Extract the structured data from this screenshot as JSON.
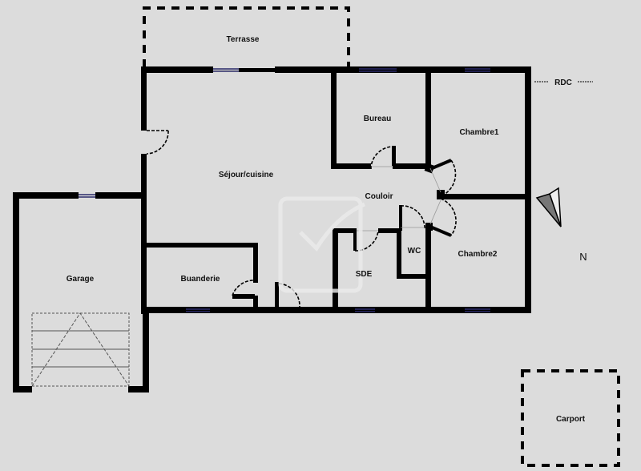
{
  "plan": {
    "level_label": "RDC",
    "north_label": "N",
    "rooms": [
      {
        "id": "terrasse",
        "label": "Terrasse"
      },
      {
        "id": "sejour",
        "label": "Séjour/cuisine"
      },
      {
        "id": "bureau",
        "label": "Bureau"
      },
      {
        "id": "chambre1",
        "label": "Chambre1"
      },
      {
        "id": "couloir",
        "label": "Couloir"
      },
      {
        "id": "chambre2",
        "label": "Chambre2"
      },
      {
        "id": "wc",
        "label": "WC"
      },
      {
        "id": "sde",
        "label": "SDE"
      },
      {
        "id": "buanderie",
        "label": "Buanderie"
      },
      {
        "id": "garage",
        "label": "Garage"
      },
      {
        "id": "carport",
        "label": "Carport"
      }
    ],
    "colors": {
      "background": "#dcdcdc",
      "wall": "#000000",
      "window": "#2a2a6a",
      "compass_fill": "#777777"
    }
  }
}
